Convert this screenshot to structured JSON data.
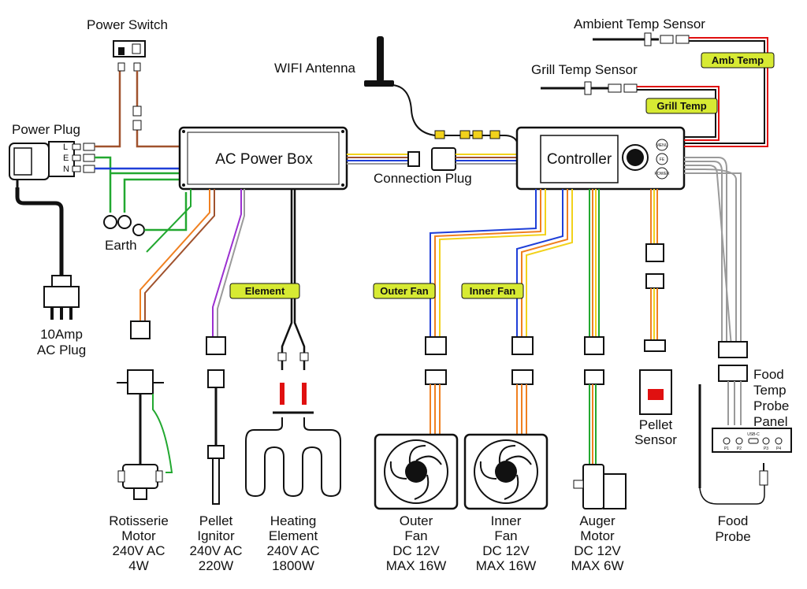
{
  "colors": {
    "tag_fill": "#d7ea33",
    "brown": "#a0522d",
    "green": "#22a830",
    "blue": "#1f3fd8",
    "red": "#e01010",
    "orange": "#f08020",
    "yellow": "#f2d21b",
    "purple": "#9b30d0",
    "black": "#111111",
    "gray": "#9a9a9a"
  },
  "labels": {
    "power_switch": "Power Switch",
    "power_plug": "Power Plug",
    "plug_L": "L",
    "plug_E": "E",
    "plug_N": "N",
    "earth": "Earth",
    "ac_plug": [
      "10Amp",
      "AC Plug"
    ],
    "ac_power_box": "AC Power Box",
    "wifi_antenna": "WIFI Antenna",
    "connection_plug": "Connection Plug",
    "controller": "Controller",
    "ambient_temp_sensor": "Ambient Temp Sensor",
    "grill_temp_sensor": "Grill Temp Sensor",
    "pellet_sensor": [
      "Pellet",
      "Sensor"
    ],
    "food_temp_probe_panel": [
      "Food",
      "Temp",
      "Probe",
      "Panel"
    ],
    "food_probe": [
      "Food",
      "Probe"
    ]
  },
  "tags": {
    "amb_temp": "Amb Temp",
    "grill_temp": "Grill Temp",
    "element": "Element",
    "outer_fan": "Outer Fan",
    "inner_fan": "Inner Fan"
  },
  "controller_buttons": [
    "MENU",
    "FE",
    "POWER"
  ],
  "panel_ports": [
    "P1",
    "P2",
    "P3",
    "P4"
  ],
  "panel_usb": "USB-C",
  "components": [
    {
      "key": "rotisserie",
      "lines": [
        "Rotisserie",
        "Motor",
        "240V AC",
        "4W"
      ]
    },
    {
      "key": "ignitor",
      "lines": [
        "Pellet",
        "Ignitor",
        "240V AC",
        "220W"
      ]
    },
    {
      "key": "element",
      "lines": [
        "Heating",
        "Element",
        "240V AC",
        "1800W"
      ]
    },
    {
      "key": "outer_fan",
      "lines": [
        "Outer",
        "Fan",
        "DC 12V",
        "MAX 16W"
      ]
    },
    {
      "key": "inner_fan",
      "lines": [
        "Inner",
        "Fan",
        "DC 12V",
        "MAX 16W"
      ]
    },
    {
      "key": "auger",
      "lines": [
        "Auger",
        "Motor",
        "DC 12V",
        "MAX 6W"
      ]
    }
  ]
}
